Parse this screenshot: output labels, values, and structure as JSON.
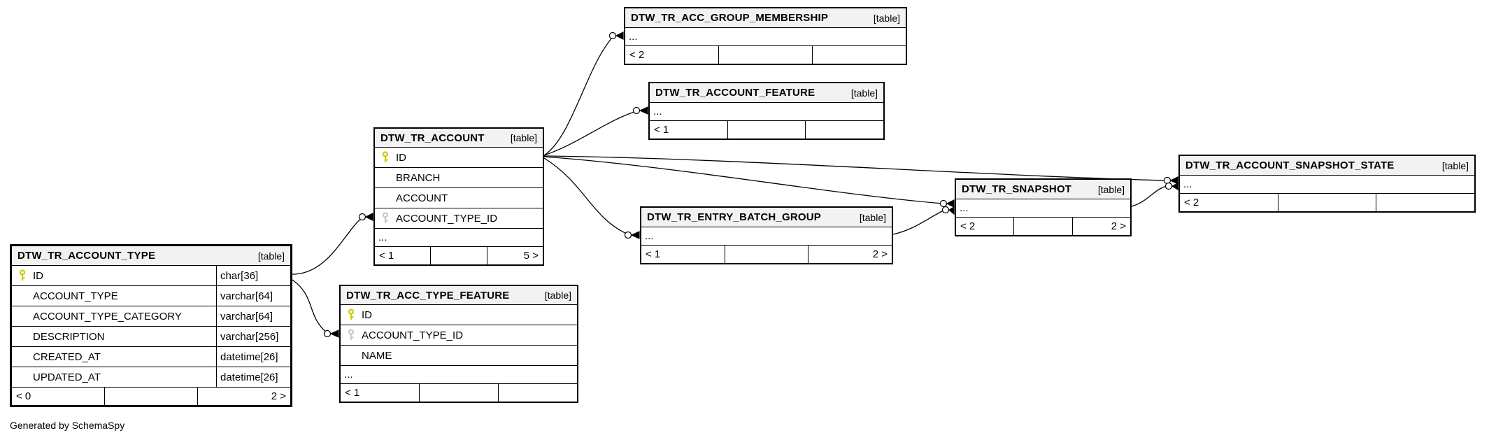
{
  "diagram": {
    "footer_note": "Generated by SchemaSpy",
    "table_tag": "[table]",
    "ellipsis": "...",
    "colors": {
      "primary_key": "#cccc00",
      "foreign_key": "#c8c8c8",
      "header_bg": "#f2f2f2",
      "line": "#000000"
    }
  },
  "tables": {
    "account_type": {
      "name": "DTW_TR_ACCOUNT_TYPE",
      "columns": [
        {
          "name": "ID",
          "type": "char[36]",
          "key": "primary"
        },
        {
          "name": "ACCOUNT_TYPE",
          "type": "varchar[64]",
          "key": ""
        },
        {
          "name": "ACCOUNT_TYPE_CATEGORY",
          "type": "varchar[64]",
          "key": ""
        },
        {
          "name": "DESCRIPTION",
          "type": "varchar[256]",
          "key": ""
        },
        {
          "name": "CREATED_AT",
          "type": "datetime[26]",
          "key": ""
        },
        {
          "name": "UPDATED_AT",
          "type": "datetime[26]",
          "key": ""
        }
      ],
      "footer_left": "< 0",
      "footer_mid": "",
      "footer_right": "2 >"
    },
    "account": {
      "name": "DTW_TR_ACCOUNT",
      "columns": [
        {
          "name": "ID",
          "key": "primary"
        },
        {
          "name": "BRANCH",
          "key": ""
        },
        {
          "name": "ACCOUNT",
          "key": ""
        },
        {
          "name": "ACCOUNT_TYPE_ID",
          "key": "foreign"
        }
      ],
      "footer_left": "< 1",
      "footer_mid": "",
      "footer_right": "5 >"
    },
    "acc_group_membership": {
      "name": "DTW_TR_ACC_GROUP_MEMBERSHIP",
      "footer_left": "< 2",
      "footer_mid": "",
      "footer_right": ""
    },
    "account_feature": {
      "name": "DTW_TR_ACCOUNT_FEATURE",
      "footer_left": "< 1",
      "footer_mid": "",
      "footer_right": ""
    },
    "entry_batch_group": {
      "name": "DTW_TR_ENTRY_BATCH_GROUP",
      "footer_left": "< 1",
      "footer_mid": "",
      "footer_right": "2 >"
    },
    "snapshot": {
      "name": "DTW_TR_SNAPSHOT",
      "footer_left": "< 2",
      "footer_mid": "",
      "footer_right": "2 >"
    },
    "account_snapshot_state": {
      "name": "DTW_TR_ACCOUNT_SNAPSHOT_STATE",
      "footer_left": "< 2",
      "footer_mid": "",
      "footer_right": ""
    },
    "acc_type_feature": {
      "name": "DTW_TR_ACC_TYPE_FEATURE",
      "columns": [
        {
          "name": "ID",
          "key": "primary"
        },
        {
          "name": "ACCOUNT_TYPE_ID",
          "key": "foreign"
        },
        {
          "name": "NAME",
          "key": ""
        }
      ],
      "footer_left": "< 1",
      "footer_mid": "",
      "footer_right": ""
    }
  },
  "relationships": [
    {
      "parent": "DTW_TR_ACCOUNT_TYPE",
      "child": "DTW_TR_ACCOUNT",
      "child_column": "ACCOUNT_TYPE_ID"
    },
    {
      "parent": "DTW_TR_ACCOUNT_TYPE",
      "child": "DTW_TR_ACC_TYPE_FEATURE",
      "child_column": "ACCOUNT_TYPE_ID"
    },
    {
      "parent": "DTW_TR_ACCOUNT",
      "child": "DTW_TR_ACC_GROUP_MEMBERSHIP",
      "child_column": "..."
    },
    {
      "parent": "DTW_TR_ACCOUNT",
      "child": "DTW_TR_ACCOUNT_FEATURE",
      "child_column": "..."
    },
    {
      "parent": "DTW_TR_ACCOUNT",
      "child": "DTW_TR_ENTRY_BATCH_GROUP",
      "child_column": "..."
    },
    {
      "parent": "DTW_TR_ACCOUNT",
      "child": "DTW_TR_SNAPSHOT",
      "child_column": "..."
    },
    {
      "parent": "DTW_TR_ACCOUNT",
      "child": "DTW_TR_ACCOUNT_SNAPSHOT_STATE",
      "child_column": "..."
    },
    {
      "parent": "DTW_TR_ENTRY_BATCH_GROUP",
      "child": "DTW_TR_SNAPSHOT",
      "child_column": "..."
    },
    {
      "parent": "DTW_TR_SNAPSHOT",
      "child": "DTW_TR_ACCOUNT_SNAPSHOT_STATE",
      "child_column": "..."
    }
  ]
}
